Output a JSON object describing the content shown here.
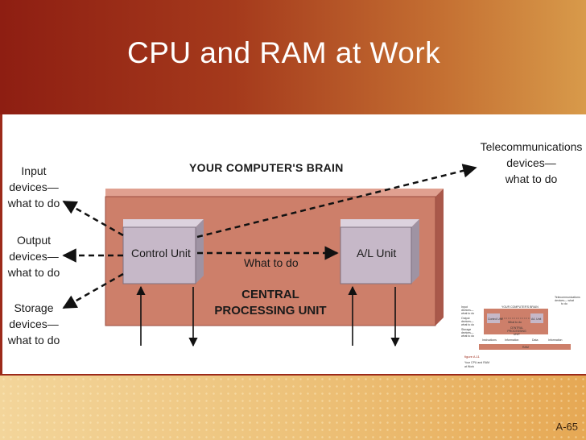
{
  "slide": {
    "title": "CPU and RAM at Work",
    "slide_number": "A-65"
  },
  "diagram": {
    "heading": "YOUR COMPUTER'S BRAIN",
    "control_unit": "Control Unit",
    "alu_unit": "A/L Unit",
    "flow_label": "What to do",
    "cpu_label_line1": "CENTRAL",
    "cpu_label_line2": "PROCESSING UNIT",
    "input_line1": "Input",
    "input_line2": "devices—",
    "input_line3": "what to do",
    "output_line1": "Output",
    "output_line2": "devices—",
    "output_line3": "what to do",
    "storage_line1": "Storage",
    "storage_line2": "devices—",
    "storage_line3": "what to do",
    "telecom_line1": "Telecommunications",
    "telecom_line2": "devices—",
    "telecom_line3": "what to do"
  },
  "thumbnail": {
    "heading": "YOUR COMPUTER'S BRAIN",
    "control_unit": "Control Unit",
    "alu_unit": "A/L Unit",
    "flow_label": "What to do",
    "cpu_label": "CENTRAL PROCESSING UNIT",
    "ram_label": "RAM",
    "input_label": "Input devices— what to do",
    "output_label": "Output devices— what to do",
    "storage_label": "Storage devices— what to do",
    "telecom_label": "Telecommunications devices— what to do",
    "instructions_label": "Instructions",
    "information_label_1": "Information",
    "data_label": "Data",
    "information_label_2": "Information",
    "caption_title": "figure A.11",
    "caption_line1": "Your CPU and RAM",
    "caption_line2": "at Work"
  },
  "colors": {
    "title_band": "#a53a1c",
    "cpu_block": "#cd7f6a",
    "unit_box": "#c6b8c8",
    "border_accent": "#9c2a1a"
  }
}
